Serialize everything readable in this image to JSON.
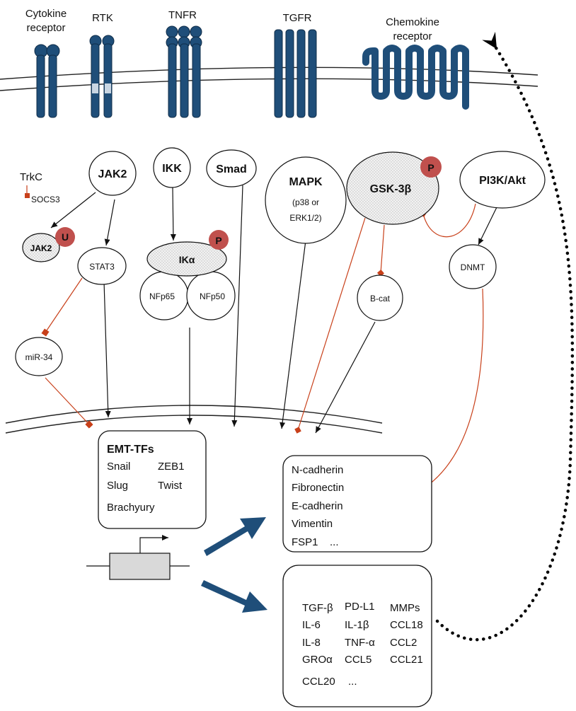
{
  "receptors": {
    "cytokine": "Cytokine receptor",
    "cytokine_l1": "Cytokine",
    "cytokine_l2": "receptor",
    "rtk": "RTK",
    "tnfr": "TNFR",
    "tgfr": "TGFR",
    "chemokine_l1": "Chemokine",
    "chemokine_l2": "receptor"
  },
  "nodes": {
    "trkc": "TrkC",
    "socs3": "SOCS3",
    "jak2": "JAK2",
    "jak2_u": "JAK2",
    "u_badge": "U",
    "stat3": "STAT3",
    "mir34": "miR-34",
    "ikk": "IKK",
    "ika": "IKα",
    "p_badge": "P",
    "nfp65": "NFp65",
    "nfp50": "NFp50",
    "smad": "Smad",
    "mapk": "MAPK",
    "mapk_sub1": "(p38 or",
    "mapk_sub2": "ERK1/2)",
    "gsk3b": "GSK-3β",
    "bcat": "B-cat",
    "pi3k": "PI3K/Akt",
    "dnmt": "DNMT"
  },
  "emt_box": {
    "title": "EMT-TFs",
    "items": [
      "Snail",
      "ZEB1",
      "Slug",
      "Twist",
      "Brachyury"
    ]
  },
  "markers_box": {
    "items": [
      "N-cadherin",
      "Fibronectin",
      "E-cadherin",
      "Vimentin",
      "FSP1",
      "..."
    ]
  },
  "secreted_box": {
    "col1": [
      "TGF-β",
      "IL-6",
      "IL-8",
      "GROα",
      "CCL20"
    ],
    "col2": [
      "PD-L1",
      "IL-1β",
      "TNF-α",
      "CCL5",
      "..."
    ],
    "col3": [
      "MMPs",
      "CCL18",
      "CCL2",
      "CCL21"
    ]
  },
  "colors": {
    "receptor": "#1f4e79",
    "inhibit": "#c8401a",
    "badge": "#c0504d",
    "arrow_big": "#1f4e79",
    "gene_box": "#d9d9d9"
  }
}
